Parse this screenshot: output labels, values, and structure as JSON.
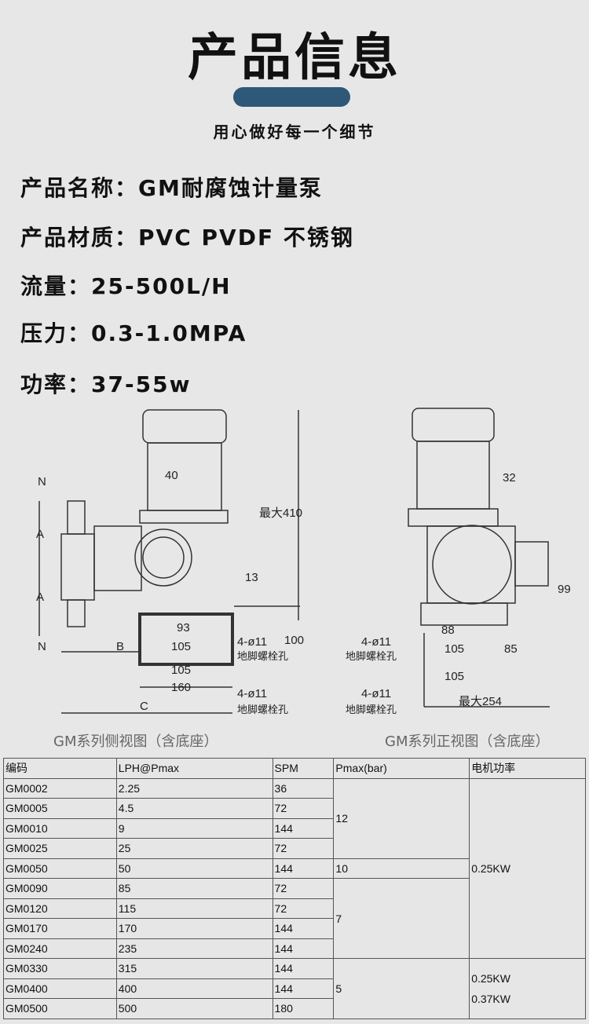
{
  "title": "产品信息",
  "subtitle": "用心做好每一个细节",
  "specs": [
    {
      "label": "产品名称：",
      "value": "GM耐腐蚀计量泵"
    },
    {
      "label": "产品材质：",
      "value": "PVC PVDF 不锈钢"
    },
    {
      "label": "流量：",
      "value": "25-500L/H"
    },
    {
      "label": "压力：",
      "value": "0.3-1.0MPA"
    },
    {
      "label": "功率：",
      "value": "37-55w"
    }
  ],
  "side_view": {
    "caption": "GM系列侧视图（含底座）",
    "dims": {
      "d40": "40",
      "max410": "最大410",
      "d13": "13",
      "d93": "93",
      "d105a": "105",
      "d100": "100",
      "d105b": "105",
      "d160": "160",
      "A": "A",
      "B": "B",
      "C": "C",
      "N": "N",
      "hole": "4-ø11",
      "hole_label": "地脚螺栓孔"
    }
  },
  "front_view": {
    "caption": "GM系列正视图（含底座）",
    "dims": {
      "d32": "32",
      "d99": "99",
      "d88": "88",
      "d105a": "105",
      "d85": "85",
      "d105b": "105",
      "max254": "最大254",
      "hole": "4-ø11",
      "hole_label": "地脚螺栓孔"
    }
  },
  "table": {
    "headers": [
      "编码",
      "LPH@Pmax",
      "SPM",
      "Pmax(bar)",
      "电机功率"
    ],
    "rows": [
      [
        "GM0002",
        "2.25",
        "36"
      ],
      [
        "GM0005",
        "4.5",
        "72"
      ],
      [
        "GM0010",
        "9",
        "144"
      ],
      [
        "GM0025",
        "25",
        "72"
      ],
      [
        "GM0050",
        "50",
        "144"
      ],
      [
        "GM0090",
        "85",
        "72"
      ],
      [
        "GM0120",
        "115",
        "72"
      ],
      [
        "GM0170",
        "170",
        "144"
      ],
      [
        "GM0240",
        "235",
        "144"
      ],
      [
        "GM0330",
        "315",
        "144"
      ],
      [
        "GM0400",
        "400",
        "144"
      ],
      [
        "GM0500",
        "500",
        "180"
      ]
    ],
    "pmax": [
      "12",
      "10",
      "7",
      "5"
    ],
    "power": [
      "0.25KW",
      "0.25KW",
      "0.37KW"
    ]
  }
}
